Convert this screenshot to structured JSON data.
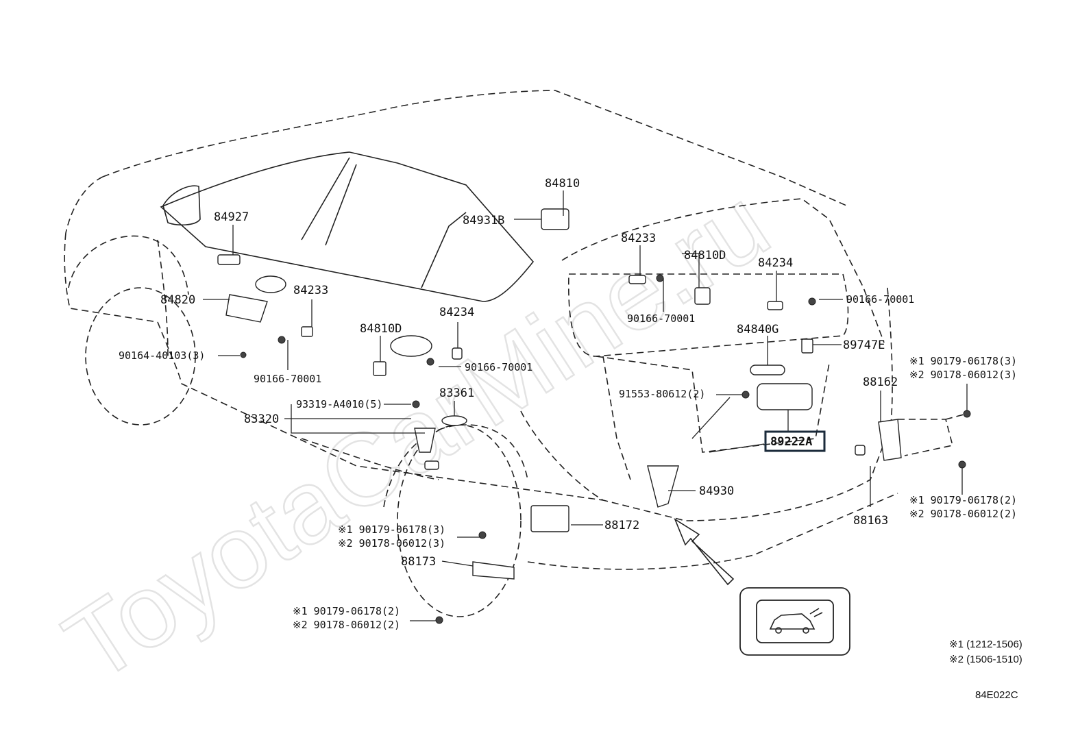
{
  "watermark": "ToyotaCarMine.ru",
  "parts": {
    "p84810": "84810",
    "p84931B": "84931B",
    "p84927": "84927",
    "p84233_a": "84233",
    "p84810D_a": "84810D",
    "p84234_a": "84234",
    "p84820": "84820",
    "p84233_b": "84233",
    "p90166_a": "90166-70001",
    "p90166_b": "90166-70001",
    "p84840G": "84840G",
    "p84234_b": "84234",
    "p84810D_b": "84810D",
    "p89747E": "89747E",
    "p90164": "90164-40103(3)",
    "p90166_c": "90166-70001",
    "p90166_d": "90166-70001",
    "p93319": "93319-A4010(5)",
    "p83361": "83361",
    "p91553": "91553-80612(2)",
    "p83320": "83320",
    "p89222A": "89222A",
    "p88162": "88162",
    "p84930": "84930",
    "p88172": "88172",
    "p88173": "88173",
    "p88163": "88163"
  },
  "notes": {
    "n1a": "※1 90179-06178(3)",
    "n1b": "※2 90178-06012(3)",
    "n2a": "※1 90179-06178(2)",
    "n2b": "※2 90178-06012(2)",
    "n3a": "※1 90179-06178(3)",
    "n3b": "※2 90178-06012(3)",
    "n4a": "※1 90179-06178(2)",
    "n4b": "※2 90178-06012(2)"
  },
  "legend": {
    "r1": "※1 (1212-1506)",
    "r2": "※2 (1506-1510)"
  },
  "figure_code": "84E022C",
  "highlighted_part": "89222A",
  "icons": [
    "car-body-outline",
    "switch-icon"
  ]
}
